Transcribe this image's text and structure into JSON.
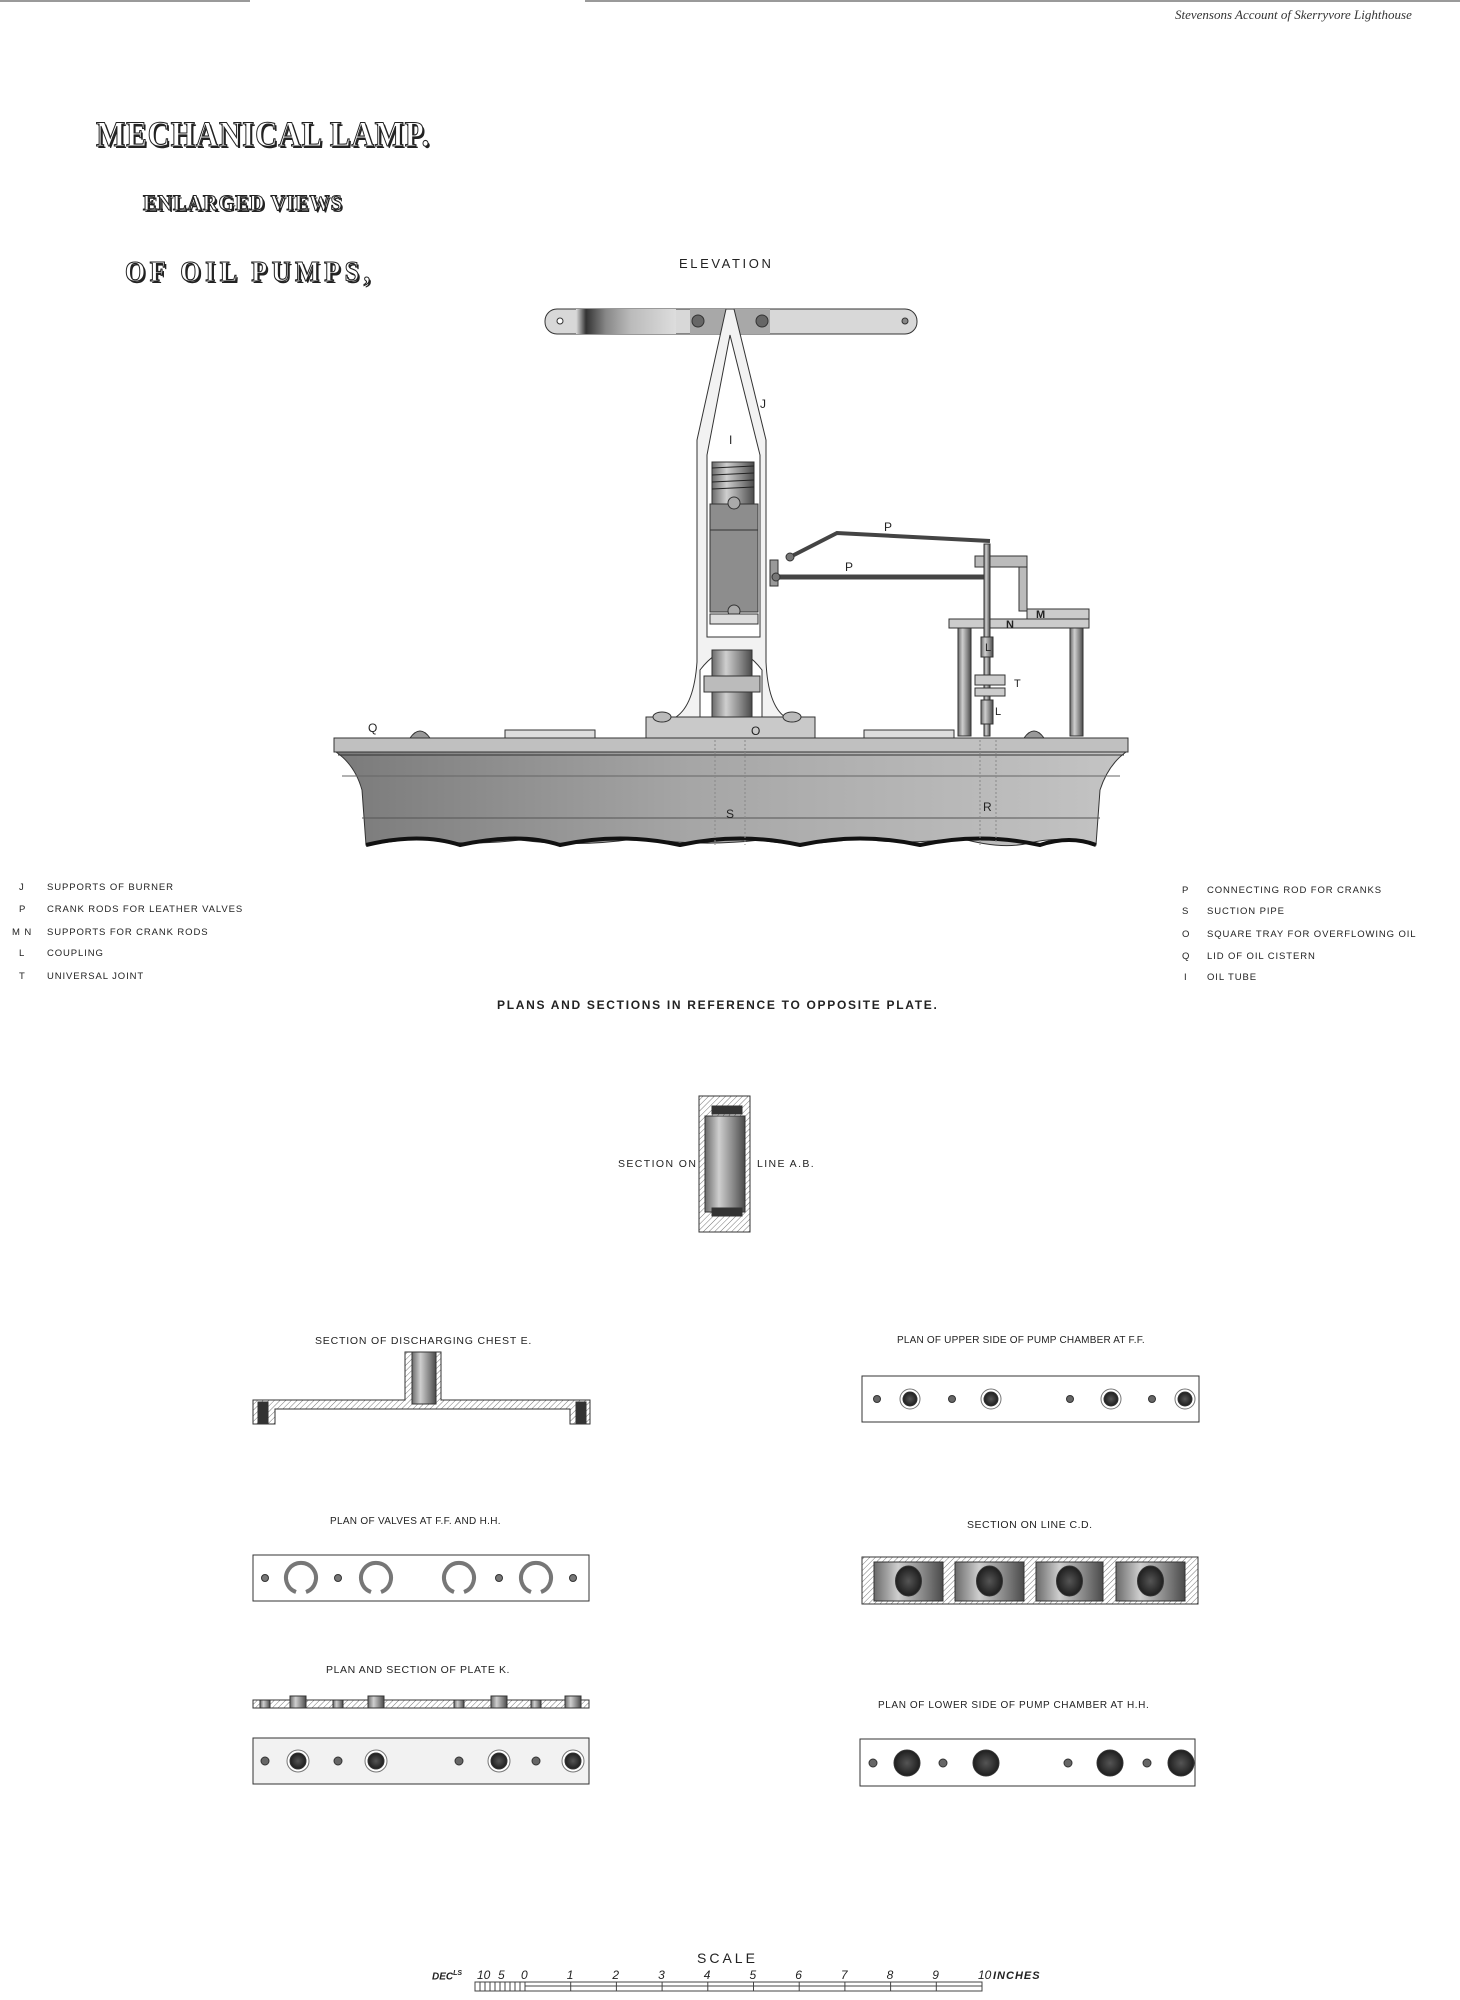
{
  "running_head": "Stevensons Account of Skerryvore Lighthouse",
  "title": {
    "line1": "MECHANICAL LAMP.",
    "line2": "ENLARGED VIEWS",
    "line3": "OF OIL PUMPS,"
  },
  "elevation": {
    "title": "ELEVATION",
    "labels": [
      "J",
      "I",
      "P",
      "P",
      "M",
      "N",
      "L",
      "T",
      "L",
      "Q",
      "O",
      "S",
      "R"
    ]
  },
  "legend": {
    "left": [
      {
        "letter": "J",
        "text": "SUPPORTS OF BURNER"
      },
      {
        "letter": "P",
        "text": "CRANK RODS FOR LEATHER VALVES"
      },
      {
        "letter": "M N",
        "text": "SUPPORTS FOR CRANK RODS"
      },
      {
        "letter": "L",
        "text": "COUPLING"
      },
      {
        "letter": "T",
        "text": "UNIVERSAL JOINT"
      }
    ],
    "right": [
      {
        "letter": "P",
        "text": "CONNECTING ROD FOR CRANKS"
      },
      {
        "letter": "S",
        "text": "SUCTION PIPE"
      },
      {
        "letter": "O",
        "text": "SQUARE TRAY FOR OVERFLOWING OIL"
      },
      {
        "letter": "Q",
        "text": "LID OF OIL CISTERN"
      },
      {
        "letter": "I",
        "text": "OIL TUBE"
      }
    ]
  },
  "plans_note": "PLANS AND SECTIONS IN REFERENCE TO OPPOSITE PLATE.",
  "figures": {
    "section_ab_left": "SECTION ON",
    "section_ab_right": "LINE A.B.",
    "chest": "SECTION OF DISCHARGING CHEST E.",
    "upper_plan": "PLAN OF UPPER SIDE OF PUMP CHAMBER AT F.F.",
    "valves": "PLAN OF VALVES AT F.F. AND H.H.",
    "section_cd": "SECTION ON LINE C.D.",
    "plate_k": "PLAN AND SECTION OF PLATE K.",
    "lower_plan": "PLAN OF LOWER SIDE OF PUMP CHAMBER AT H.H."
  },
  "scale": {
    "title": "SCALE",
    "decimals_label": "DEC",
    "decimals_sup": "LS",
    "ticks": [
      "10",
      "5",
      "0",
      "1",
      "2",
      "3",
      "4",
      "5",
      "6",
      "7",
      "8",
      "9",
      "10"
    ],
    "unit": "INCHES"
  },
  "colors": {
    "ink": "#222222",
    "paper": "#ffffff",
    "metal": "#9c9c9c"
  }
}
